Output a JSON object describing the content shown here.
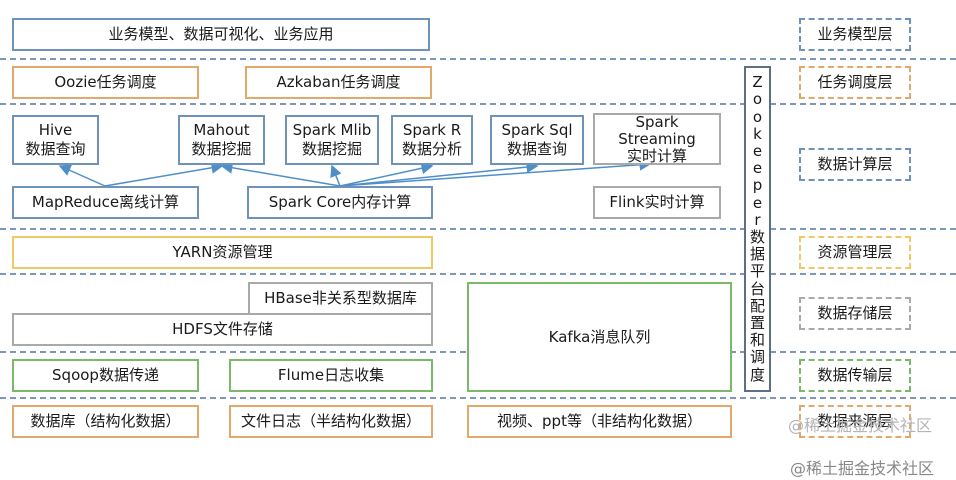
{
  "rows": {
    "model": {
      "main": "业务模型、数据可视化、业务应用",
      "label": "业务模型层"
    },
    "schedule": {
      "oozie": "Oozie任务调度",
      "azkaban": "Azkaban任务调度",
      "label": "任务调度层"
    },
    "compute": {
      "hive": "Hive\n数据查询",
      "mahout": "Mahout\n数据挖掘",
      "spark_mlib": "Spark Mlib\n数据挖掘",
      "spark_r": "Spark R\n数据分析",
      "spark_sql": "Spark Sql\n数据查询",
      "spark_streaming": "Spark\nStreaming\n实时计算",
      "mapreduce": "MapReduce离线计算",
      "spark_core": "Spark Core内存计算",
      "flink": "Flink实时计算",
      "label": "数据计算层"
    },
    "resource": {
      "yarn": "YARN资源管理",
      "label": "资源管理层"
    },
    "storage": {
      "hbase": "HBase非关系型数据库",
      "hdfs": "HDFS文件存储",
      "kafka": "Kafka消息队列",
      "label": "数据存储层"
    },
    "transfer": {
      "sqoop": "Sqoop数据传递",
      "flume": "Flume日志收集",
      "label": "数据传输层"
    },
    "source": {
      "db": "数据库（结构化数据）",
      "log": "文件日志（半结构化数据）",
      "video": "视频、ppt等（非结构化数据）",
      "label": "数据来源层"
    }
  },
  "zookeeper": [
    "Z",
    "o",
    "o",
    "k",
    "e",
    "e",
    "p",
    "e",
    "r",
    "数",
    "据",
    "平",
    "台",
    "配",
    "置",
    "和",
    "调",
    "度"
  ],
  "watermark": {
    "inner": "@稀土掘金技术社区",
    "outer": "@稀土掘金技术社区"
  }
}
